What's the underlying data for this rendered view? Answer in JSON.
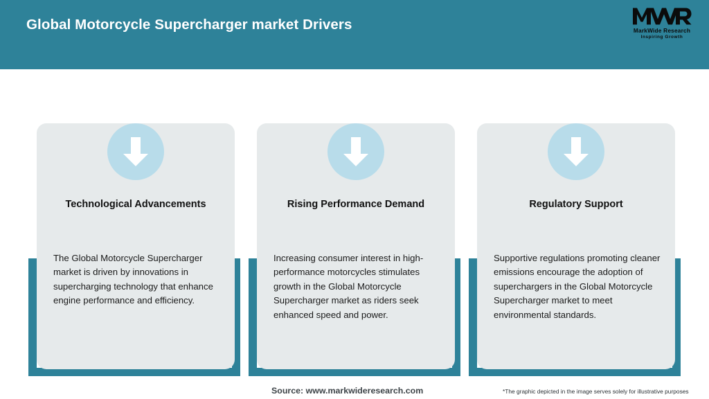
{
  "header": {
    "title": "Global Motorcycle Supercharger market Drivers",
    "background_color": "#2e8299",
    "title_color": "#ffffff"
  },
  "logo": {
    "mark": "MWR",
    "name": "MarkWide Research",
    "tagline": "Inspiring Growth"
  },
  "theme": {
    "accent_teal": "#2e8299",
    "card_background": "#e6eaeb",
    "icon_circle": "#b8dcea",
    "arrow_color": "#ffffff",
    "page_background": "#ffffff"
  },
  "cards": [
    {
      "icon": "arrow-down-icon",
      "title": "Technological Advancements",
      "body": "The Global Motorcycle Supercharger market is driven by innovations in supercharging technology that enhance engine performance and efficiency."
    },
    {
      "icon": "arrow-down-icon",
      "title": "Rising Performance Demand",
      "body": "Increasing consumer interest in high-performance motorcycles stimulates growth in the Global Motorcycle Supercharger market as riders seek enhanced speed and power."
    },
    {
      "icon": "arrow-down-icon",
      "title": "Regulatory Support",
      "body": "Supportive regulations promoting cleaner emissions encourage the adoption of superchargers in the Global Motorcycle Supercharger market to meet environmental standards."
    }
  ],
  "footer": {
    "source": "Source: www.markwideresearch.com",
    "disclaimer": "*The graphic depicted in the image serves solely for illustrative purposes"
  }
}
